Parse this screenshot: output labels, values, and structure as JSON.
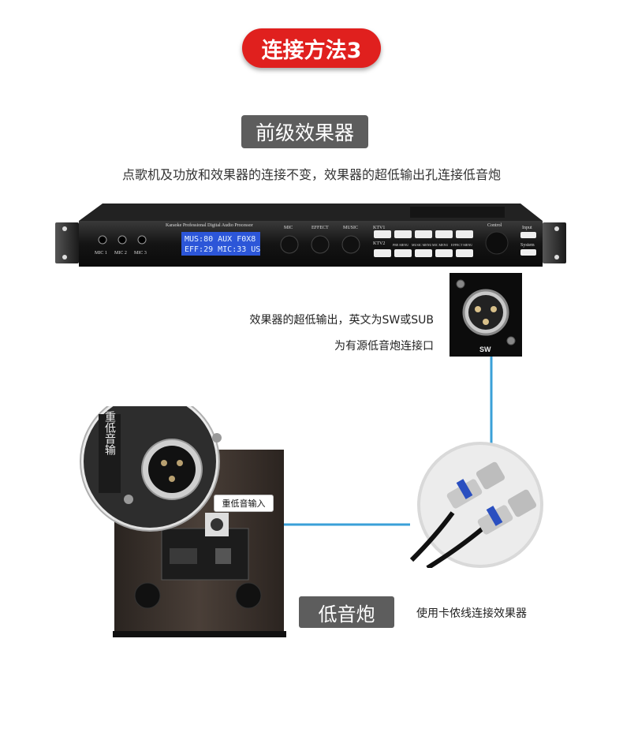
{
  "title": "连接方法3",
  "section_label": "前级效果器",
  "description": "点歌机及功放和效果器的连接不变，效果器的超低输出孔连接低音炮",
  "processor": {
    "brand_text": "Karaoke Professional Digital Audio Processor",
    "lcd_line1": "MUS:80 AUX F0X8",
    "lcd_line2": "EFF:29 MIC:33 US",
    "mic_labels": [
      "MIC 1",
      "MIC 2",
      "MIC 3"
    ],
    "knob_labels": [
      "MIC",
      "EFFECT",
      "MUSIC"
    ],
    "button_row1_label": "KTV1",
    "button_row2_label": "KTV2",
    "button_menus": [
      "PRE MENU",
      "MUSIC MENU",
      "MIC MENU",
      "EFFECT MENU"
    ],
    "control_label": "Control",
    "input_label": "Input",
    "system_label": "System"
  },
  "sw_connector_label": "SW",
  "sw_caption_line1": "效果器的超低输出，英文为SW或SUB",
  "sw_caption_line2": "为有源低音炮连接口",
  "subwoofer_zoom_label": "重低音输",
  "bass_input_tag": "重低音输入",
  "subwoofer_label": "低音炮",
  "cable_note": "使用卡侬线连接效果器",
  "colors": {
    "accent_red": "#e0201e",
    "label_gray": "#5d5d5d",
    "cable_blue": "#3aa0d8"
  }
}
